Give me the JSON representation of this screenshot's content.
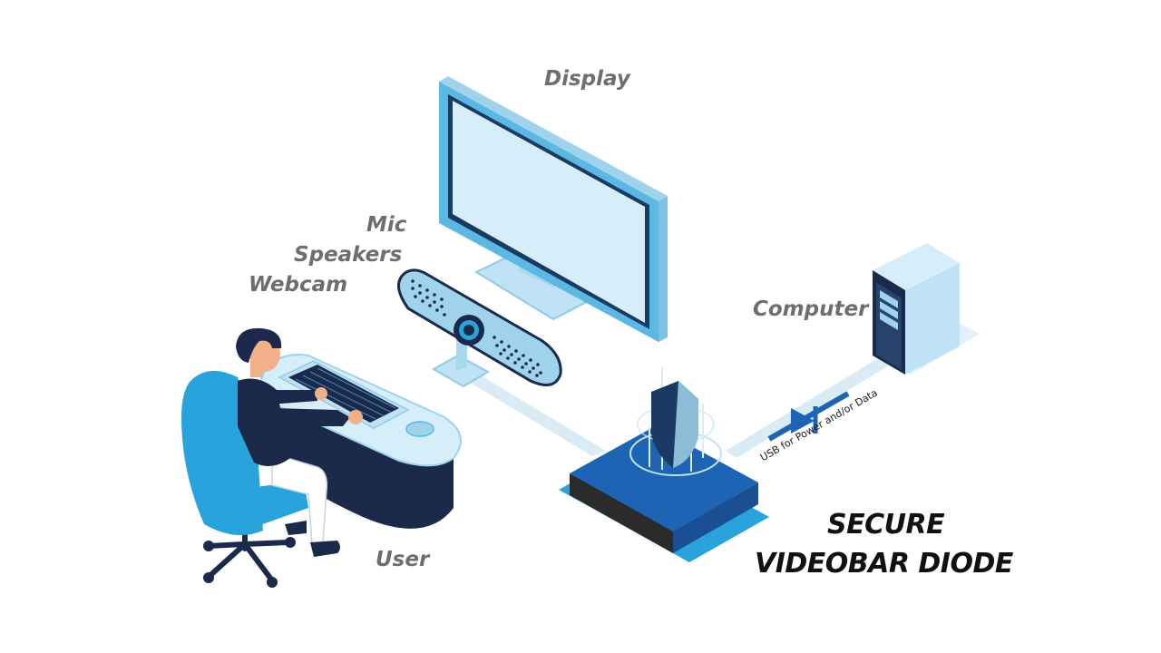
{
  "labels": {
    "display": "Display",
    "mic": "Mic",
    "speakers": "Speakers",
    "webcam": "Webcam",
    "computer": "Computer",
    "user": "User"
  },
  "usb_link": "USB for Power and/or Data",
  "title": {
    "line1": "SECURE",
    "line2": "VIDEOBAR DIODE"
  },
  "colors": {
    "label_gray": "#6d6e71",
    "title_black": "#111111",
    "light_blue": "#bfe3f4",
    "mid_blue": "#29a3db",
    "dark_navy": "#1b2a4a",
    "device_blue": "#1d65b4"
  }
}
